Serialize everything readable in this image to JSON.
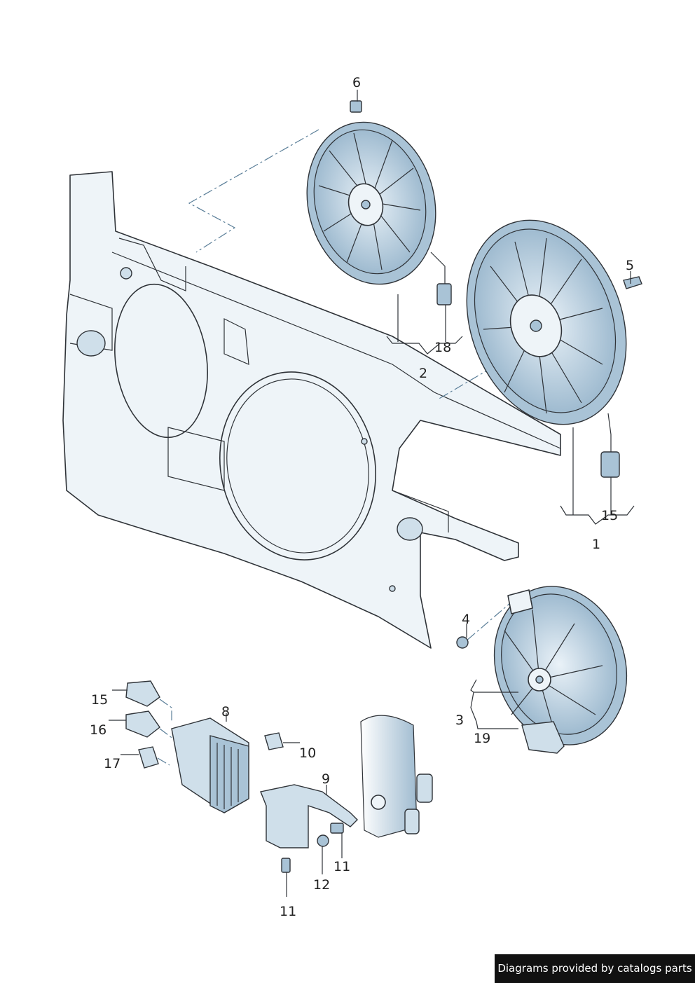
{
  "callouts": {
    "c1": "1",
    "c2": "2",
    "c3": "3",
    "c4": "4",
    "c5": "5",
    "c6": "6",
    "c8": "8",
    "c9": "9",
    "c10": "10",
    "c11a": "11",
    "c11b": "11",
    "c12": "12",
    "c15a": "15",
    "c15b": "15",
    "c16": "16",
    "c17": "17",
    "c18": "18",
    "c19": "19"
  },
  "credit": "Diagrams provided by catalogs parts",
  "colors": {
    "part_fill": "#eef4f8",
    "part_shade": "#a9c3d6",
    "outline": "#2f3338",
    "dashed": "#5a7e98"
  }
}
